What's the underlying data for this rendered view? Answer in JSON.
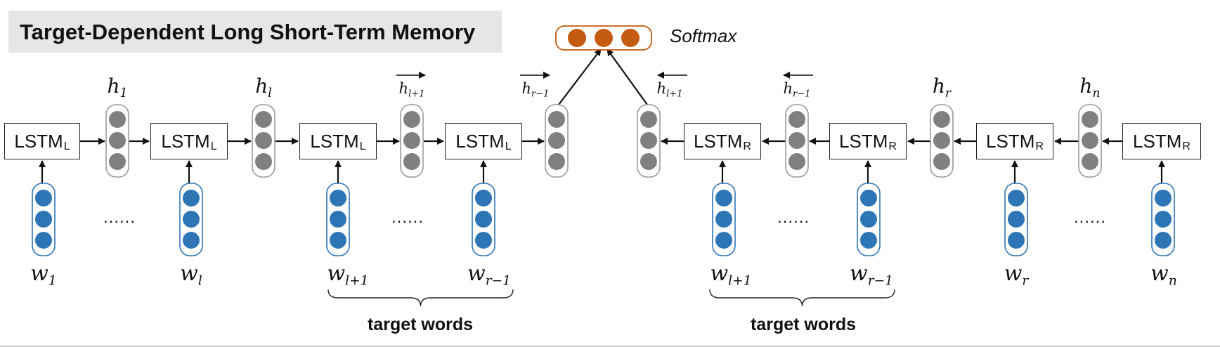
{
  "title": "Target-Dependent Long Short-Term Memory",
  "softmax_label": "Softmax",
  "lstm_left": {
    "text": "LSTM",
    "sub": "L"
  },
  "lstm_right": {
    "text": "LSTM",
    "sub": "R"
  },
  "ellipsis": "......",
  "target_words_label": "target words",
  "hidden_labels": {
    "h1": {
      "base": "h",
      "sub": "1"
    },
    "hl": {
      "base": "h",
      "sub": "l"
    },
    "hl1_fwd": {
      "base": "h",
      "sub": "l+1"
    },
    "hr1_fwd": {
      "base": "h",
      "sub": "r−1"
    },
    "hl1_bwd": {
      "base": "h",
      "sub": "l+1"
    },
    "hr1_bwd": {
      "base": "h",
      "sub": "r−1"
    },
    "hr": {
      "base": "h",
      "sub": "r"
    },
    "hn": {
      "base": "h",
      "sub": "n"
    }
  },
  "word_labels": {
    "w1": {
      "base": "w",
      "sub": "1"
    },
    "wl": {
      "base": "w",
      "sub": "l"
    },
    "wl1_left": {
      "base": "w",
      "sub": "l+1"
    },
    "wr1_left": {
      "base": "w",
      "sub": "r−1"
    },
    "wl1_right": {
      "base": "w",
      "sub": "l+1"
    },
    "wr1_right": {
      "base": "w",
      "sub": "r−1"
    },
    "wr": {
      "base": "w",
      "sub": "r"
    },
    "wn": {
      "base": "w",
      "sub": "n"
    }
  },
  "colors": {
    "embedding_blue": "#2e75b6",
    "hidden_gray": "#808080",
    "softmax_orange": "#c55a11",
    "capsule_border": "#9a9a9a"
  }
}
